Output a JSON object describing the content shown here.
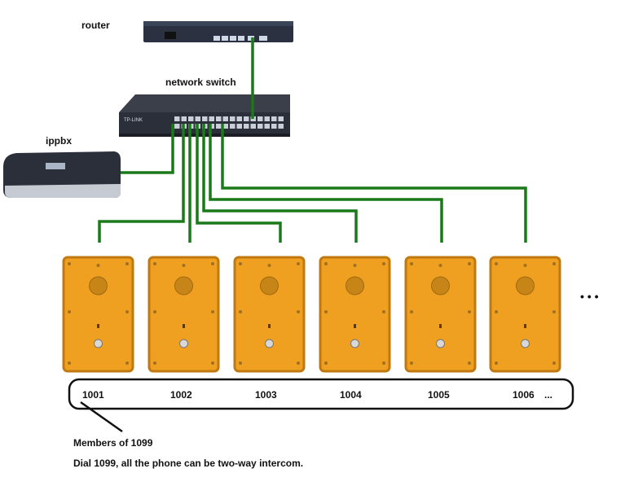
{
  "labels": {
    "router": "router",
    "network_switch": "network switch",
    "ippbx": "ippbx",
    "members": "Members of 1099",
    "instruction": "Dial 1099, all the phone can be two-way intercom.",
    "more_dots": "• • •",
    "trailing_ellipsis": "..."
  },
  "switch_brand": "TP-LINK",
  "extensions": [
    "1001",
    "1002",
    "1003",
    "1004",
    "1005",
    "1006"
  ],
  "colors": {
    "cable": "#1a7a1a",
    "phone_body": "#f0a020",
    "phone_border": "#c07810",
    "device_dark": "#2a2f3a"
  }
}
